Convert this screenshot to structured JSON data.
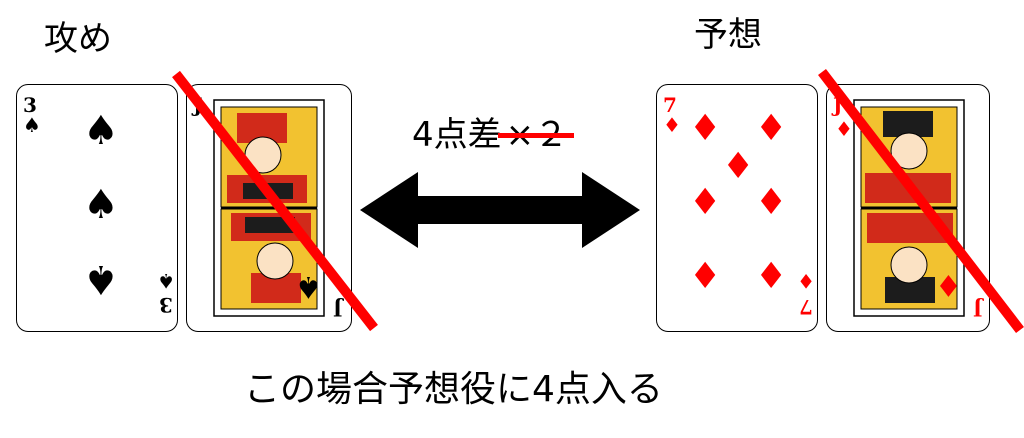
{
  "labels": {
    "left": "攻め",
    "right": "予想",
    "points": "4点差",
    "multiplier": "×２",
    "caption": "この場合予想役に4点入る"
  },
  "cards": [
    {
      "rank": "3",
      "suit": "♠",
      "color": "#000000"
    },
    {
      "rank": "J",
      "suit": "♠",
      "color": "#000000"
    },
    {
      "rank": "7",
      "suit": "♦",
      "color": "#ff0000"
    },
    {
      "rank": "J",
      "suit": "♦",
      "color": "#ff0000"
    }
  ],
  "colors": {
    "strike": "#ff0000",
    "arrow": "#000000"
  }
}
